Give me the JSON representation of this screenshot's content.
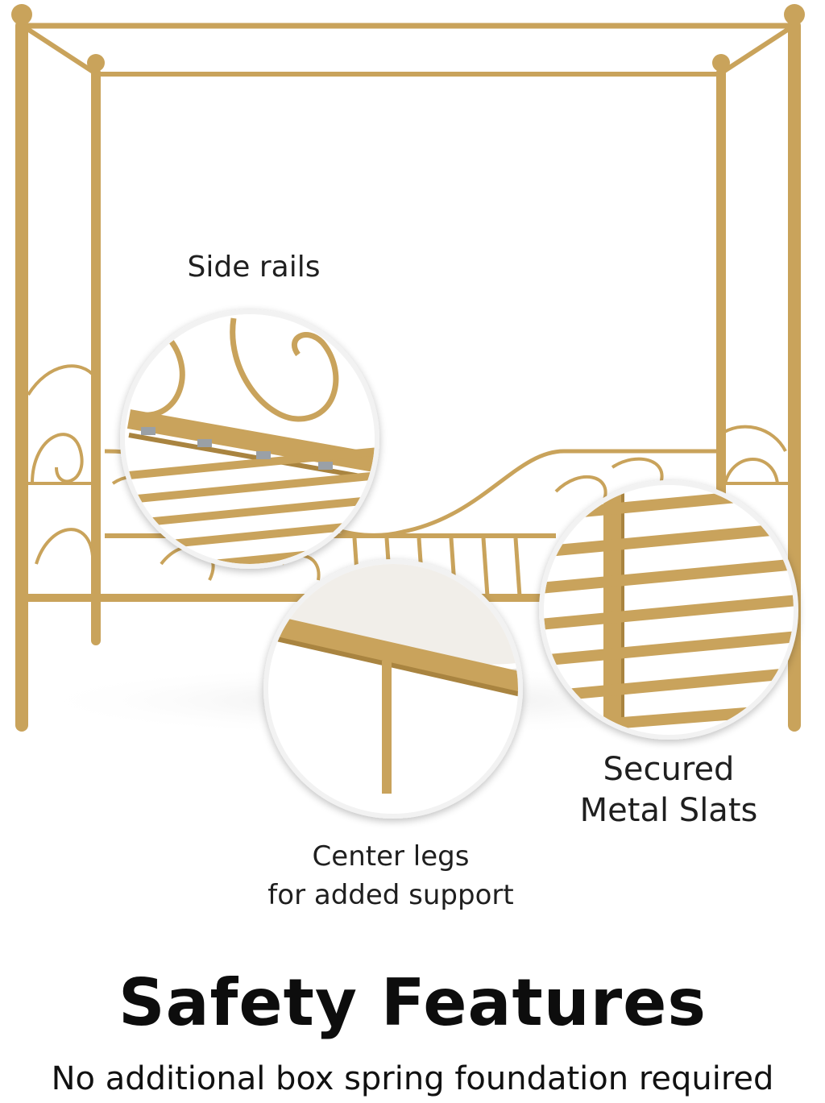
{
  "callouts": {
    "side_rails": "Side rails",
    "secured_slats_line1": "Secured",
    "secured_slats_line2": "Metal Slats",
    "center_legs_line1": "Center legs",
    "center_legs_line2": "for added support"
  },
  "headline": "Safety Features",
  "subline": "No additional box spring foundation required",
  "colors": {
    "frame_gold": "#C9A35B",
    "frame_shade": "#A9843F",
    "background": "#FFFFFF",
    "text": "#111111"
  }
}
